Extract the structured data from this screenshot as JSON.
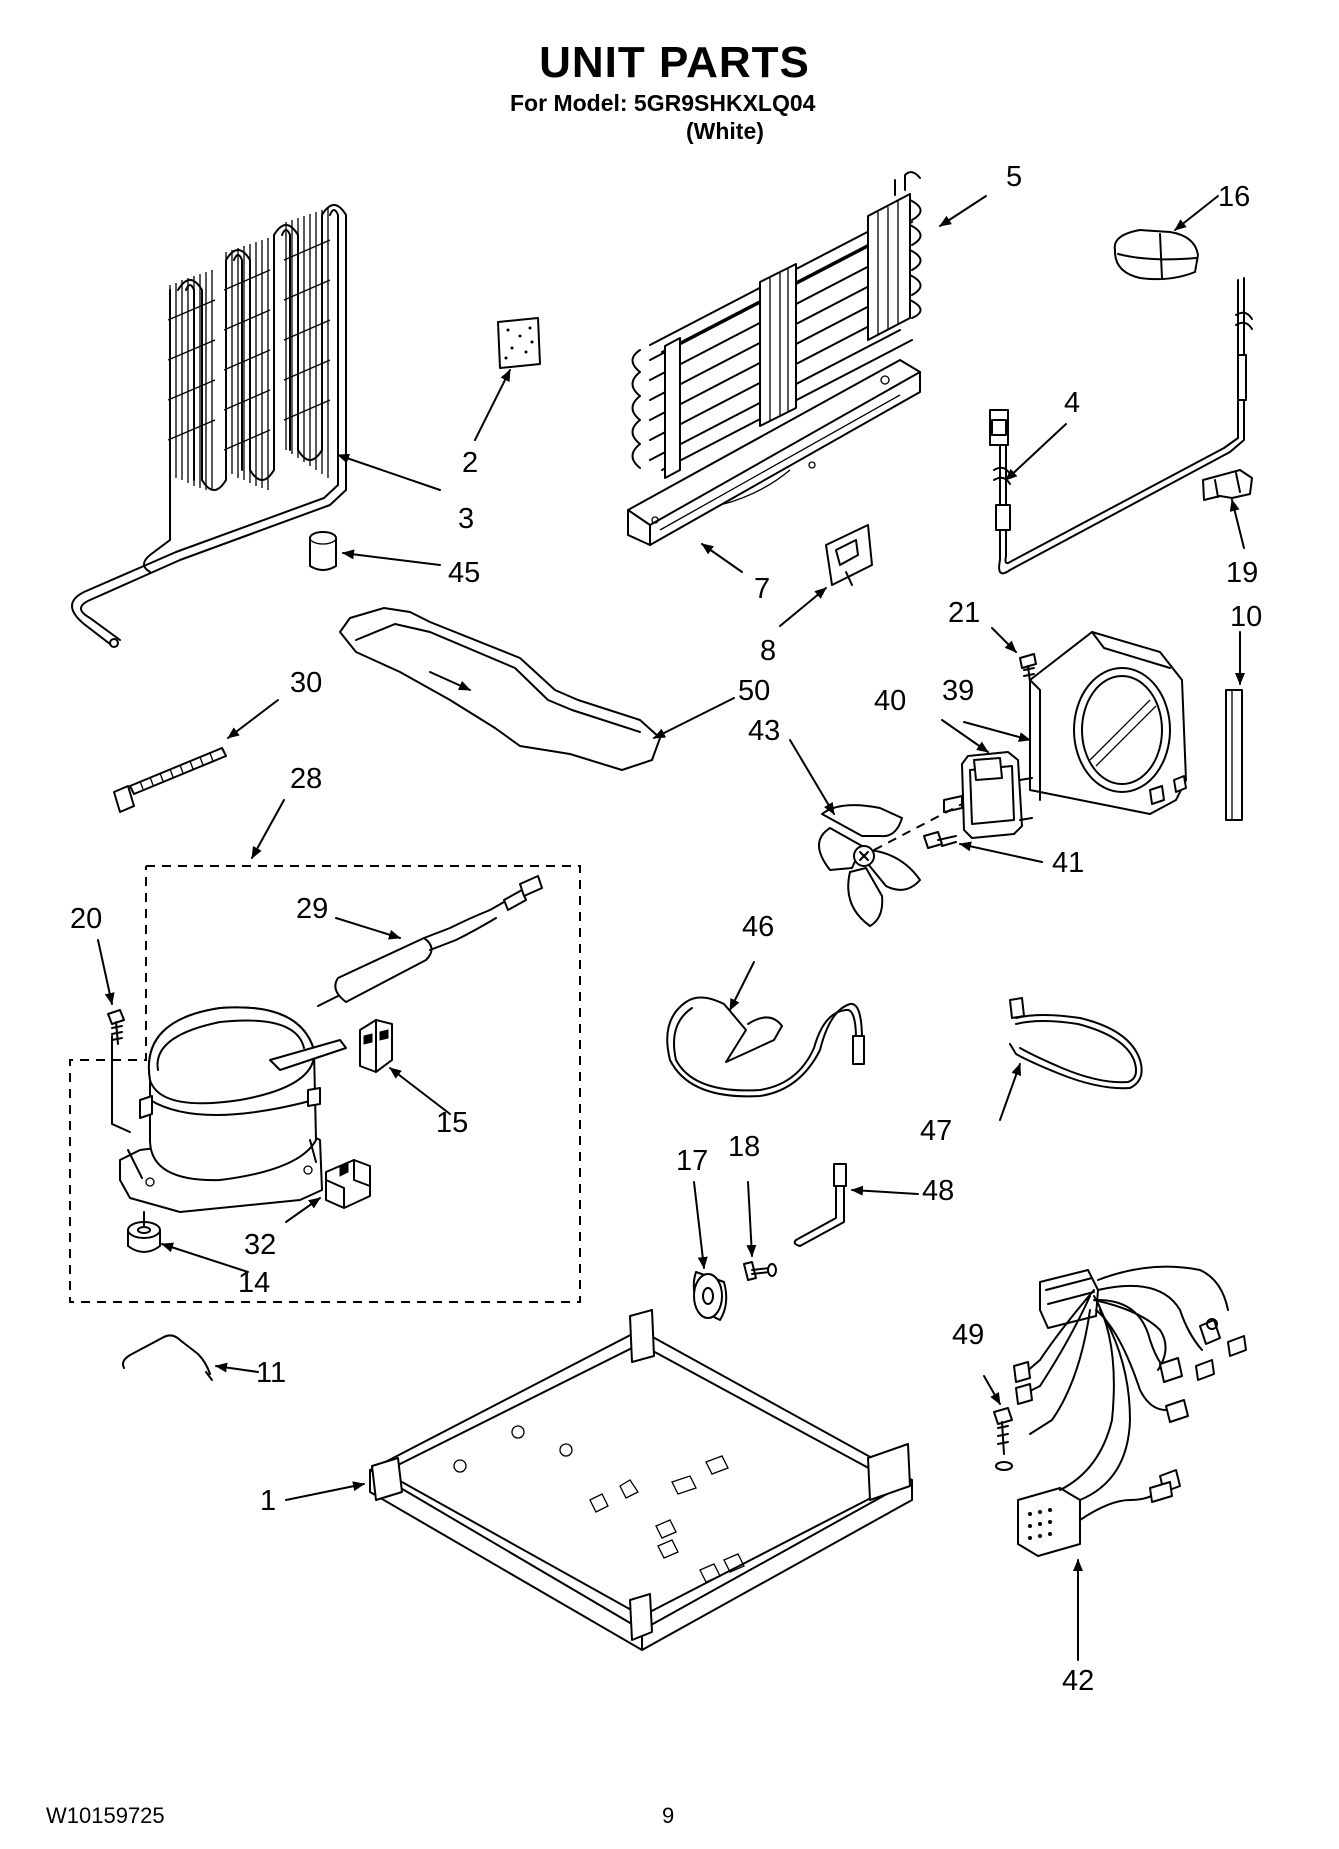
{
  "header": {
    "title": "UNIT PARTS",
    "model_line": "For Model: 5GR9SHKXLQ04",
    "color_line": "(White)"
  },
  "footer": {
    "document_code": "W10159725",
    "page_number": "9"
  },
  "callouts": [
    "1",
    "2",
    "3",
    "4",
    "5",
    "7",
    "8",
    "10",
    "11",
    "14",
    "15",
    "16",
    "17",
    "18",
    "19",
    "20",
    "21",
    "28",
    "29",
    "30",
    "32",
    "39",
    "40",
    "41",
    "42",
    "43",
    "45",
    "46",
    "47",
    "48",
    "49",
    "50"
  ]
}
